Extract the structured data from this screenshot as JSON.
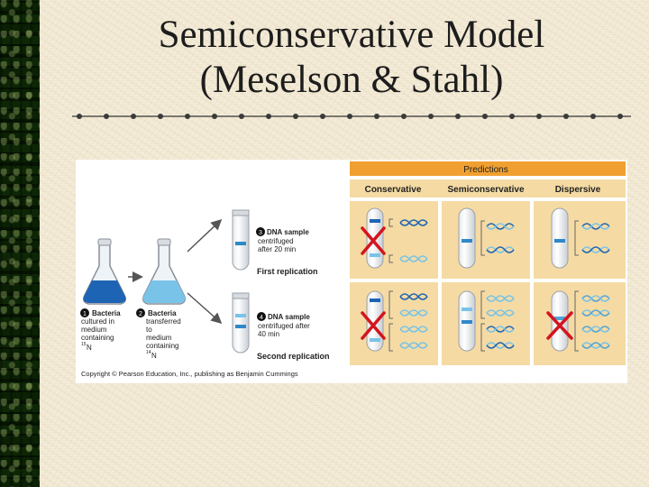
{
  "slide": {
    "title_line1": "Semiconservative Model",
    "title_line2": "(Meselson & Stahl)"
  },
  "figure": {
    "predictions_header": "Predictions",
    "columns": [
      "Conservative",
      "Semiconservative",
      "Dispersive"
    ],
    "step1": {
      "number": "1",
      "lines": [
        "Bacteria",
        "cultured in",
        "medium",
        "containing"
      ],
      "isotope_mass": "15",
      "isotope_symbol": "N"
    },
    "step2": {
      "number": "2",
      "lines": [
        "Bacteria",
        "transferred",
        "to",
        "medium",
        "containing"
      ],
      "isotope_mass": "14",
      "isotope_symbol": "N"
    },
    "step3": {
      "number": "3",
      "lines": [
        "DNA sample",
        "centrifuged",
        "after 20 min"
      ],
      "caption": "First replication"
    },
    "step4": {
      "number": "4",
      "lines": [
        "DNA sample",
        "centrifuged after",
        "40 min"
      ],
      "caption": "Second replication"
    },
    "copyright": "Copyright © Pearson Education, Inc., publishing as Benjamin Cummings",
    "rejected_models": [
      "Conservative (first replication)",
      "Conservative (second replication)",
      "Dispersive (second replication)"
    ],
    "colors": {
      "header_orange": "#f0a030",
      "panel_tan": "#f5dba3",
      "heavy_dna": "#1e64b4",
      "light_dna": "#79c3e8",
      "hybrid_band": "#2f88c8",
      "cross_red": "#d4141e"
    }
  }
}
